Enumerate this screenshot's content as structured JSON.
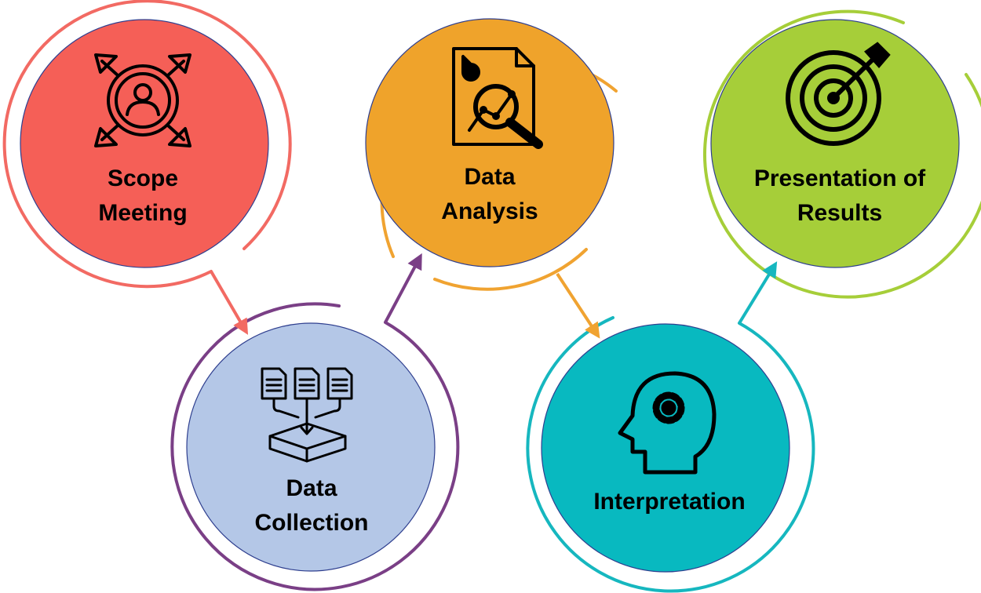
{
  "steps": [
    {
      "id": "scope-meeting",
      "line1": "Scope",
      "line2": "Meeting",
      "icon": "expand-user-icon",
      "fill": "#F55F57",
      "ring": "#F26A63"
    },
    {
      "id": "data-collection",
      "line1": "Data",
      "line2": "Collection",
      "icon": "documents-to-tray-icon",
      "fill": "#B4C7E7",
      "ring": "#7A3F86"
    },
    {
      "id": "data-analysis",
      "line1": "Data",
      "line2": "Analysis",
      "icon": "report-magnifier-icon",
      "fill": "#EFA32B",
      "ring": "#F0A331"
    },
    {
      "id": "interpretation",
      "line1": "Interpretation",
      "line2": "",
      "icon": "head-gear-icon",
      "fill": "#08B9C0",
      "ring": "#16B7BF"
    },
    {
      "id": "presentation-results",
      "line1": "Presentation of",
      "line2": "Results",
      "icon": "target-arrow-icon",
      "fill": "#A6CE39",
      "ring": "#A6CE39"
    }
  ],
  "circle_border": "#2F3F8F"
}
